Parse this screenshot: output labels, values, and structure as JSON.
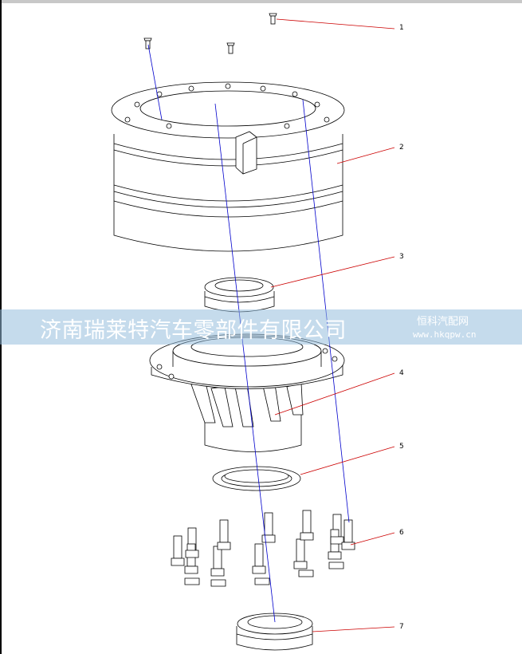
{
  "callouts": [
    {
      "id": "1",
      "label": "1"
    },
    {
      "id": "2",
      "label": "2"
    },
    {
      "id": "3",
      "label": "3"
    },
    {
      "id": "4",
      "label": "4"
    },
    {
      "id": "5",
      "label": "5"
    },
    {
      "id": "6",
      "label": "6"
    },
    {
      "id": "7",
      "label": "7"
    }
  ],
  "watermark": {
    "main": "济南瑞莱特汽车零部件有限公司",
    "brand": "恒科汽配网",
    "url": "www.hkqpw.cn"
  },
  "colors": {
    "leader": "#cc0000",
    "axis": "#0000cc",
    "part_line": "#000000",
    "banner": "#96bedc"
  }
}
